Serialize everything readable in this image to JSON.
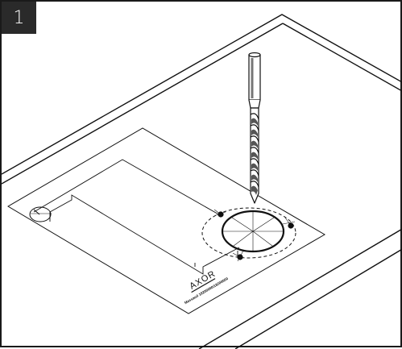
{
  "step": {
    "number": "1"
  },
  "template": {
    "brand": "AXOR",
    "product_code": "Massaud 18200000/18200000"
  },
  "icons": {
    "drill": "drill-bit-icon",
    "faucet_hole": "faucet-hole-marking-icon"
  }
}
